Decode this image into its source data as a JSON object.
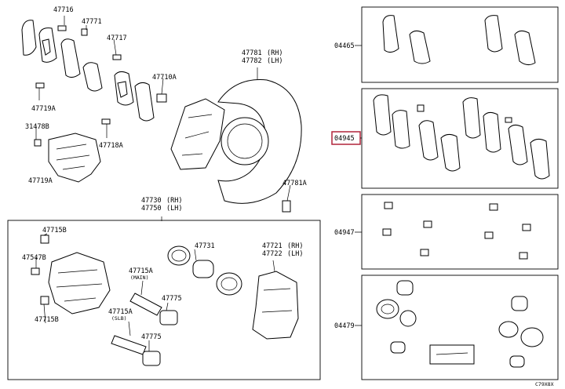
{
  "labels": {
    "p47716": "47716",
    "p47771": "47771",
    "p47717": "47717",
    "p47719A": "47719A",
    "p31478B": "31478B",
    "p47719A_2": "47719A",
    "p47718A": "47718A",
    "p47710A": "47710A",
    "p47781rh": "47781",
    "p47782lh": "47782",
    "p47781A": "47781A",
    "p47730rh": "47730",
    "p47750lh": "47750",
    "p47715B_top": "47715B",
    "p47547B": "47547B",
    "p47715B_bot": "47715B",
    "p47731": "47731",
    "p47715A_main": "47715A",
    "p47775_1": "47775",
    "p47715A_slb": "47715A",
    "p47775_2": "47775",
    "p47721rh": "47721",
    "p47722lh": "47722",
    "p04465": "04465",
    "p04945": "04945",
    "p04947": "04947",
    "p04479": "04479"
  },
  "suffixes": {
    "rh": "(RH)",
    "lh": "(LH)",
    "main": "(MAIN)",
    "slb": "(SLB)"
  },
  "watermark": "C79X8X",
  "highlight_color": "#b0233a"
}
